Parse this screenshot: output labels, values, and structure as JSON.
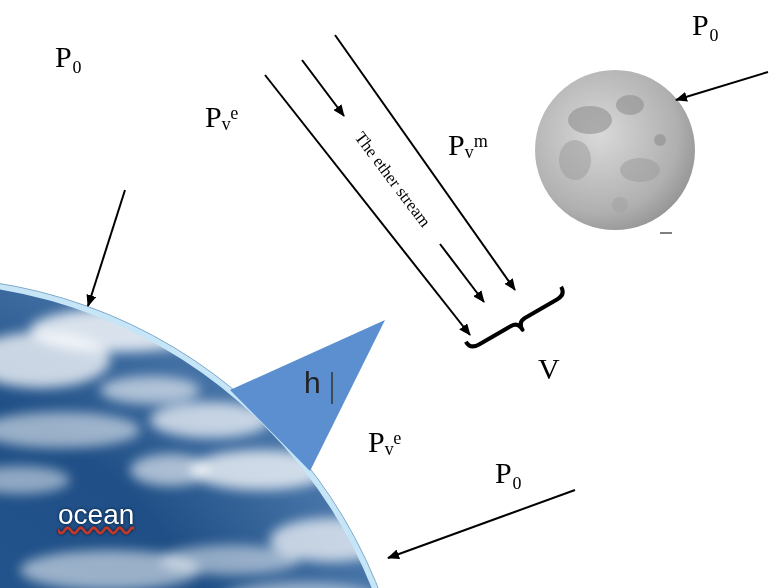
{
  "diagram": {
    "nodes": [
      {
        "text": [
          "h"
        ]
      }
    ],
    "labels": [
      "P₀",
      "P₀",
      "Pᵥᵐ",
      "Pᵥᵉ",
      "The ether stream",
      "Pᵥᵉ",
      "V⃗",
      "P₀",
      "ocean"
    ]
  }
}
